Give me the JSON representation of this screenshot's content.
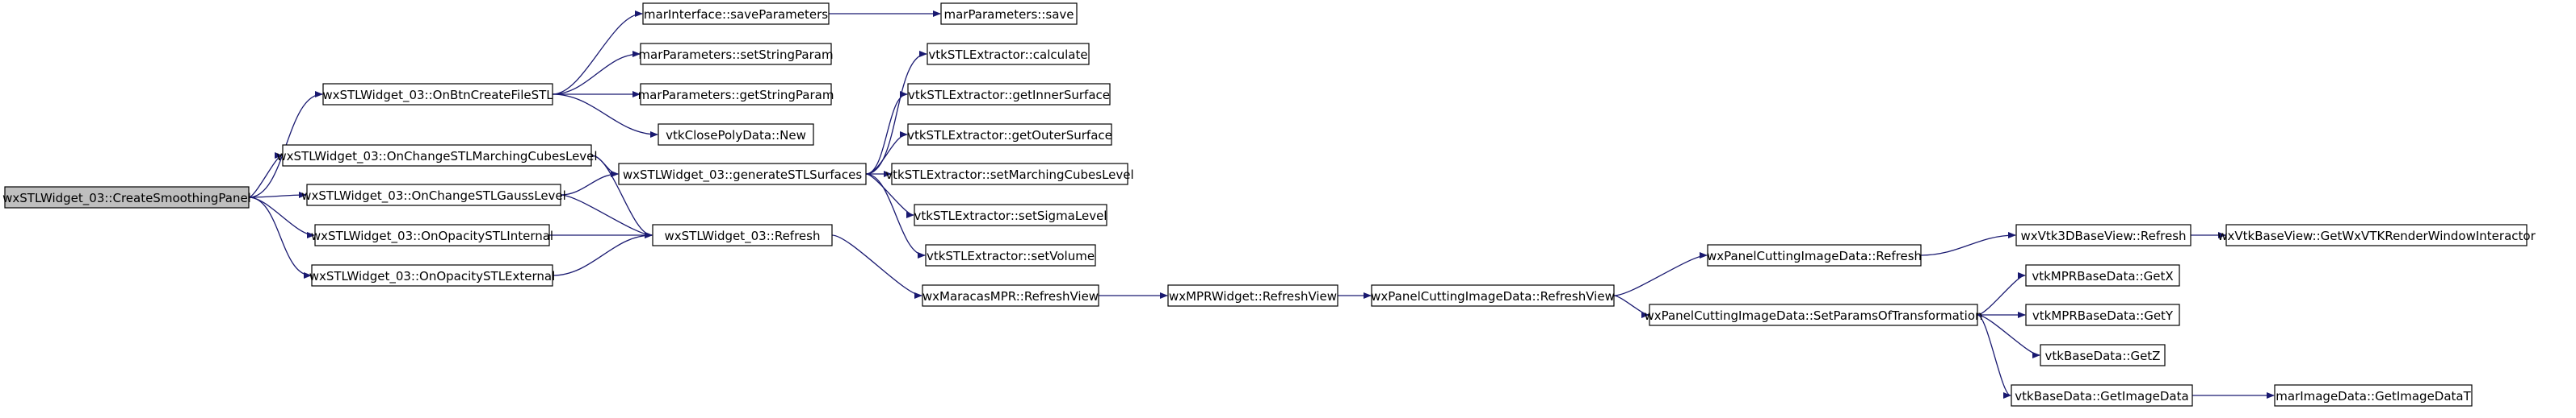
{
  "graph": {
    "nodes": [
      {
        "id": "n0",
        "label": "wxSTLWidget_03::CreateSmoothingPanel",
        "root": true
      },
      {
        "id": "n1",
        "label": "wxSTLWidget_03::OnBtnCreateFileSTL"
      },
      {
        "id": "n2",
        "label": "wxSTLWidget_03::OnChangeSTLMarchingCubesLevel"
      },
      {
        "id": "n3",
        "label": "wxSTLWidget_03::OnChangeSTLGaussLevel"
      },
      {
        "id": "n4",
        "label": "wxSTLWidget_03::OnOpacitySTLInternal"
      },
      {
        "id": "n5",
        "label": "wxSTLWidget_03::OnOpacitySTLExternal"
      },
      {
        "id": "n6",
        "label": "marInterface::saveParameters"
      },
      {
        "id": "n7",
        "label": "marParameters::setStringParam"
      },
      {
        "id": "n8",
        "label": "marParameters::getStringParam"
      },
      {
        "id": "n9",
        "label": "vtkClosePolyData::New"
      },
      {
        "id": "n10",
        "label": "wxSTLWidget_03::generateSTLSurfaces"
      },
      {
        "id": "n11",
        "label": "wxSTLWidget_03::Refresh"
      },
      {
        "id": "n12",
        "label": "marParameters::save"
      },
      {
        "id": "n13",
        "label": "vtkSTLExtractor::calculate"
      },
      {
        "id": "n14",
        "label": "vtkSTLExtractor::getInnerSurface"
      },
      {
        "id": "n15",
        "label": "vtkSTLExtractor::getOuterSurface"
      },
      {
        "id": "n16",
        "label": "vtkSTLExtractor::setMarchingCubesLevel"
      },
      {
        "id": "n17",
        "label": "vtkSTLExtractor::setSigmaLevel"
      },
      {
        "id": "n18",
        "label": "vtkSTLExtractor::setVolume"
      },
      {
        "id": "n19",
        "label": "wxMaracasMPR::RefreshView"
      },
      {
        "id": "n20",
        "label": "wxMPRWidget::RefreshView"
      },
      {
        "id": "n21",
        "label": "wxPanelCuttingImageData::RefreshView"
      },
      {
        "id": "n22",
        "label": "wxPanelCuttingImageData::Refresh"
      },
      {
        "id": "n23",
        "label": "wxPanelCuttingImageData::SetParamsOfTransformation"
      },
      {
        "id": "n24",
        "label": "wxVtk3DBaseView::Refresh"
      },
      {
        "id": "n25",
        "label": "wxVtkBaseView::GetWxVTKRenderWindowInteractor"
      },
      {
        "id": "n26",
        "label": "vtkMPRBaseData::GetX"
      },
      {
        "id": "n27",
        "label": "vtkMPRBaseData::GetY"
      },
      {
        "id": "n28",
        "label": "vtkBaseData::GetZ"
      },
      {
        "id": "n29",
        "label": "vtkBaseData::GetImageData"
      },
      {
        "id": "n30",
        "label": "marImageData::GetImageDataT"
      }
    ],
    "edges": [
      [
        "n0",
        "n1"
      ],
      [
        "n0",
        "n2"
      ],
      [
        "n0",
        "n3"
      ],
      [
        "n0",
        "n4"
      ],
      [
        "n0",
        "n5"
      ],
      [
        "n1",
        "n6"
      ],
      [
        "n1",
        "n7"
      ],
      [
        "n1",
        "n8"
      ],
      [
        "n1",
        "n9"
      ],
      [
        "n6",
        "n12"
      ],
      [
        "n2",
        "n10"
      ],
      [
        "n2",
        "n11"
      ],
      [
        "n3",
        "n10"
      ],
      [
        "n3",
        "n11"
      ],
      [
        "n4",
        "n11"
      ],
      [
        "n5",
        "n11"
      ],
      [
        "n10",
        "n13"
      ],
      [
        "n10",
        "n14"
      ],
      [
        "n10",
        "n15"
      ],
      [
        "n10",
        "n16"
      ],
      [
        "n10",
        "n17"
      ],
      [
        "n10",
        "n18"
      ],
      [
        "n11",
        "n19"
      ],
      [
        "n19",
        "n20"
      ],
      [
        "n20",
        "n21"
      ],
      [
        "n21",
        "n22"
      ],
      [
        "n21",
        "n23"
      ],
      [
        "n22",
        "n24"
      ],
      [
        "n24",
        "n25"
      ],
      [
        "n23",
        "n26"
      ],
      [
        "n23",
        "n27"
      ],
      [
        "n23",
        "n28"
      ],
      [
        "n23",
        "n29"
      ],
      [
        "n29",
        "n30"
      ]
    ],
    "colors": {
      "edge": "#191970",
      "root_fill": "#bfbfbf",
      "node_fill": "#ffffff",
      "node_stroke": "#000000"
    }
  }
}
